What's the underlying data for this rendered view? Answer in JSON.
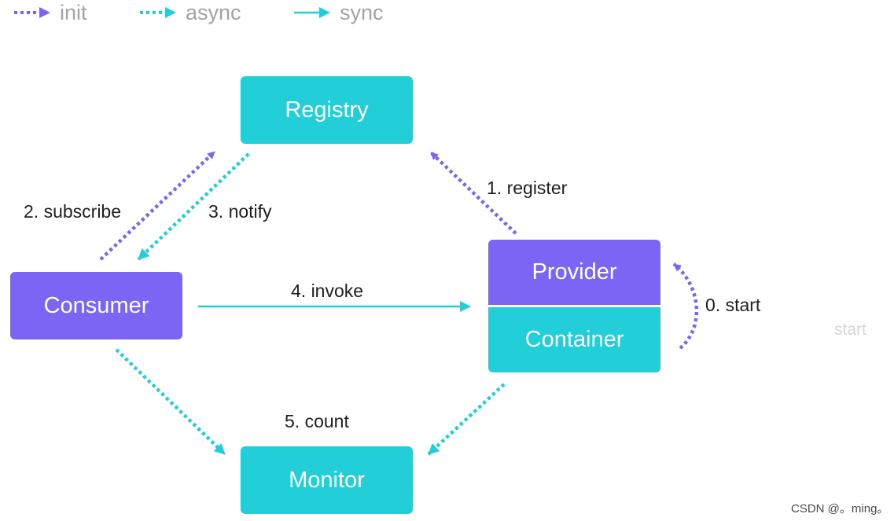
{
  "colors": {
    "init": "#7c65f5",
    "async": "#22ced8",
    "sync": "#22ced8",
    "node_teal": "#22ced8",
    "node_purple": "#7c65f5"
  },
  "legend": {
    "init": "init",
    "async": "async",
    "sync": "sync"
  },
  "nodes": {
    "registry": "Registry",
    "consumer": "Consumer",
    "provider": "Provider",
    "container": "Container",
    "monitor": "Monitor"
  },
  "edges": [
    {
      "id": "subscribe",
      "label": "2. subscribe",
      "style": "init"
    },
    {
      "id": "notify",
      "label": "3. notify",
      "style": "async"
    },
    {
      "id": "register",
      "label": "1. register",
      "style": "init"
    },
    {
      "id": "invoke",
      "label": "4. invoke",
      "style": "sync"
    },
    {
      "id": "start",
      "label": "0. start",
      "style": "init"
    },
    {
      "id": "count",
      "label": "5. count",
      "style": "async"
    }
  ],
  "ghost_text": "start",
  "watermark": "CSDN @。ming。"
}
